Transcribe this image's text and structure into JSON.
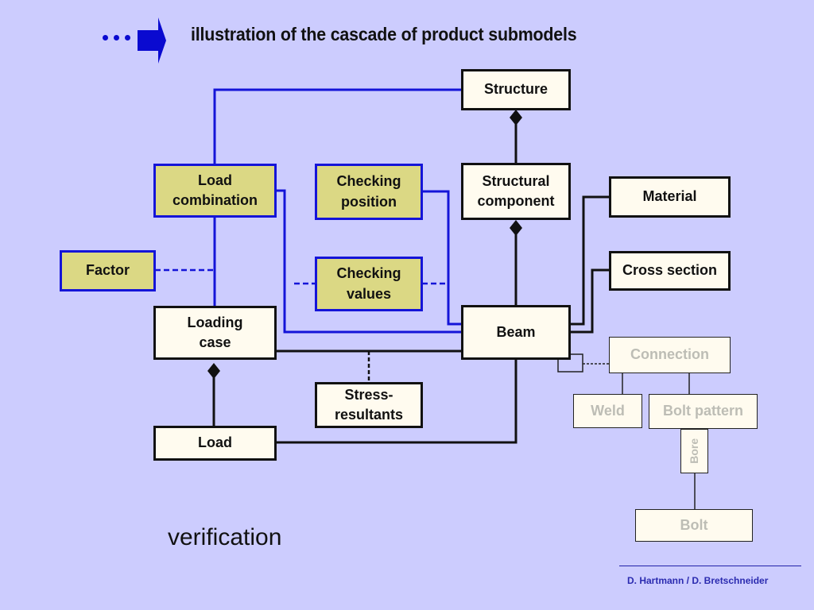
{
  "header": {
    "nav_icon": "ellipsis-arrow-icon",
    "title": "illustration of the cascade of product submodels"
  },
  "colors": {
    "background": "#ccccfe",
    "association_blue": "#1414d8",
    "highlight_fill": "#dbd884",
    "entity_fill": "#fffbef",
    "entity_border": "#111111",
    "faded_text": "#bdbdb5",
    "footer_text": "#2b2bb0"
  },
  "diagram": {
    "nodes": {
      "structure": "Structure",
      "structural_component": "Structural\ncomponent",
      "material": "Material",
      "cross_section": "Cross section",
      "beam": "Beam",
      "load_combination": "Load\ncombination",
      "checking_position": "Checking\nposition",
      "factor": "Factor",
      "checking_values": "Checking\nvalues",
      "loading_case": "Loading\ncase",
      "stress_resultants": "Stress-\nresultants",
      "load": "Load",
      "connection": "Connection",
      "weld": "Weld",
      "bolt_pattern": "Bolt pattern",
      "bore": "Bore",
      "bolt": "Bolt"
    },
    "relations": [
      {
        "from": "structure",
        "to": "structural_component",
        "type": "composition"
      },
      {
        "from": "structural_component",
        "to": "beam",
        "type": "composition"
      },
      {
        "from": "loading_case",
        "to": "load",
        "type": "composition"
      },
      {
        "from": "beam",
        "to": "material",
        "type": "association"
      },
      {
        "from": "beam",
        "to": "cross_section",
        "type": "association"
      },
      {
        "from": "beam",
        "to": "connection",
        "type": "dashed-association"
      },
      {
        "from": "beam",
        "to": "loading_case",
        "type": "association"
      },
      {
        "from": "beam",
        "to": "load",
        "type": "association"
      },
      {
        "from": "stress_resultants",
        "to": "beam-loading_case",
        "type": "dashed-association-class"
      },
      {
        "from": "structure",
        "to": "load_combination",
        "type": "verification-link"
      },
      {
        "from": "load_combination",
        "to": "loading_case",
        "type": "verification-link"
      },
      {
        "from": "load_combination",
        "to": "beam",
        "type": "verification-link"
      },
      {
        "from": "checking_position",
        "to": "beam",
        "type": "verification-link"
      },
      {
        "from": "factor",
        "to": "load_combination-loading_case",
        "type": "dashed-verification"
      },
      {
        "from": "checking_values",
        "to": "links",
        "type": "dashed-verification"
      },
      {
        "from": "connection",
        "to": "weld",
        "type": "association"
      },
      {
        "from": "connection",
        "to": "bolt_pattern",
        "type": "association"
      },
      {
        "from": "bolt_pattern",
        "to": "bore",
        "type": "association"
      },
      {
        "from": "bore",
        "to": "bolt",
        "type": "association"
      }
    ]
  },
  "subtitle": "verification",
  "footer": {
    "authors": "D. Hartmann / D. Bretschneider"
  }
}
